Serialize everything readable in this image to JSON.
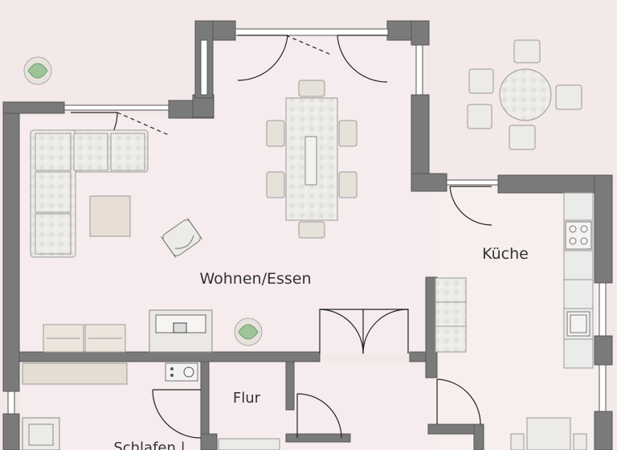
{
  "rooms": {
    "wohnen": "Wohnen/Essen",
    "kueche": "Küche",
    "flur": "Flur",
    "schlafen": "Schlafen |"
  },
  "colors": {
    "wall": "#7a7a7a",
    "wall_edge": "#555555",
    "floor": "#f6ebeb",
    "terrace": "#f0e6e6",
    "furniture": "#e9e6e2",
    "furniture_edge": "#9a9a9a",
    "door_line": "#222222",
    "plant": "#9fc49a"
  },
  "icons": {
    "plant": "potted-plant-icon",
    "armchair": "armchair-icon",
    "fireplace": "fireplace-icon",
    "stove": "stove-icon",
    "sink": "sink-icon"
  }
}
